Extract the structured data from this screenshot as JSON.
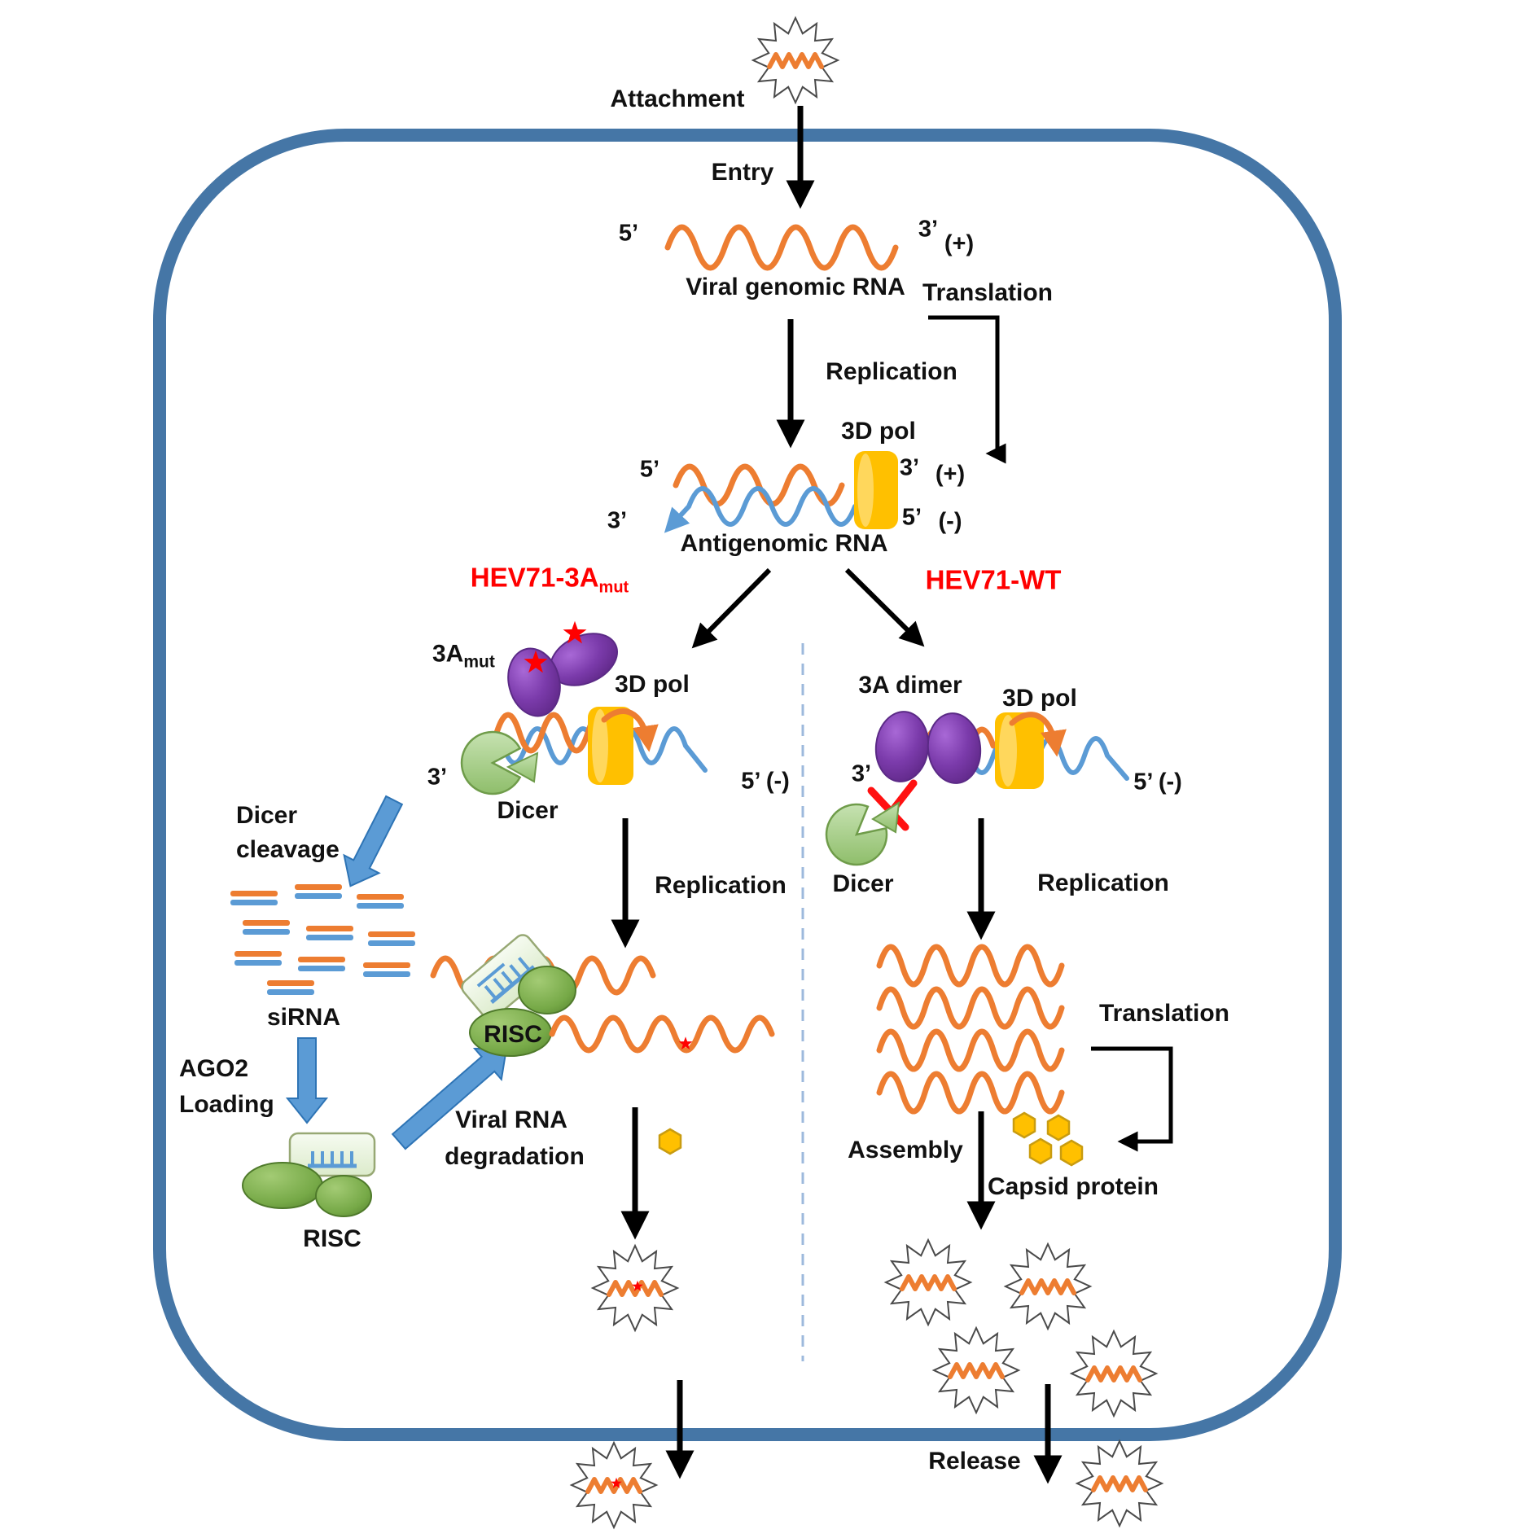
{
  "colors": {
    "membrane": "#4576A6",
    "rna_positive": "#ED7D31",
    "rna_negative": "#5B9BD5",
    "polymerase": "#FFC000",
    "polymerase_highlight": "#FFD966",
    "protein_3a_purple": "#7030A0",
    "dicer_green": "#A9D18E",
    "risc_green": "#76A947",
    "risc_box_green": "#E8F3DD",
    "block_arrow_blue": "#5B9BD5",
    "inhibition_red": "#FF0000",
    "branch_title_red": "#FF0000",
    "divider_blue": "#9DB9DC",
    "capsid_gold": "#FFC000",
    "text": "#111111"
  },
  "top": {
    "attachment": "Attachment",
    "entry": "Entry",
    "genome_five": "5’",
    "genome_three": "3’",
    "genome_plus": "(+)",
    "genomic_rna": "Viral genomic RNA",
    "translation": "Translation",
    "replication": "Replication",
    "pol": "3D pol"
  },
  "antigenomic": {
    "five_top": "5’",
    "three_left": "3’",
    "three_right": "3’",
    "plus": "(+)",
    "five_right": "5’",
    "minus": "(-)",
    "label": "Antigenomic  RNA"
  },
  "branches": {
    "left_title_main": "HEV71-3A",
    "left_title_sub": "mut",
    "right_title": "HEV71-WT"
  },
  "left": {
    "a3_main": "3A",
    "a3_sub": "mut",
    "pol": "3D pol",
    "three": "3’",
    "dicer": "Dicer",
    "five_minus": "5’ (-)",
    "replication": "Replication",
    "cleavage_line1": "Dicer",
    "cleavage_line2": "cleavage",
    "sirna": "siRNA",
    "ago_line1": "AGO2",
    "ago_line2": "Loading",
    "risc_active": "RISC",
    "degradation_line1": "Viral RNA",
    "degradation_line2": "degradation",
    "risc_loaded": "RISC"
  },
  "right": {
    "dimer": "3A dimer",
    "pol": "3D pol",
    "three": "3’",
    "dicer": "Dicer",
    "five_minus": "5’ (-)",
    "replication": "Replication",
    "translation": "Translation",
    "assembly": "Assembly",
    "capsid": "Capsid protein",
    "release": "Release"
  }
}
